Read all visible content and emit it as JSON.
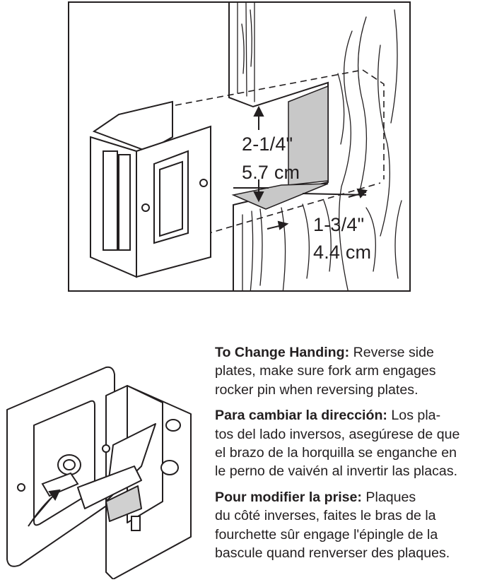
{
  "figure": {
    "dimensions": {
      "height_imperial": "2-1/4\"",
      "height_metric": "5.7 cm",
      "depth_imperial": "1-3/4\"",
      "depth_metric": "4.4 cm"
    }
  },
  "instructions": [
    {
      "heading": "To Change Handing:",
      "lines": [
        " Reverse side",
        "plates, make sure fork arm engages",
        "rocker pin when reversing plates."
      ]
    },
    {
      "heading": "Para cambiar la dirección:",
      "lines": [
        " Los pla-",
        "tos del lado inversos, asegúrese de que",
        "el brazo de la horquilla se enganche en",
        "le perno de vaivén al invertir las placas."
      ]
    },
    {
      "heading": "Pour modifier la prise:",
      "lines": [
        " Plaques",
        "du côté inverses, faites le bras de la",
        "fourchette sûr engage l'épingle de la",
        "bascule quand renverser des plaques."
      ]
    }
  ]
}
